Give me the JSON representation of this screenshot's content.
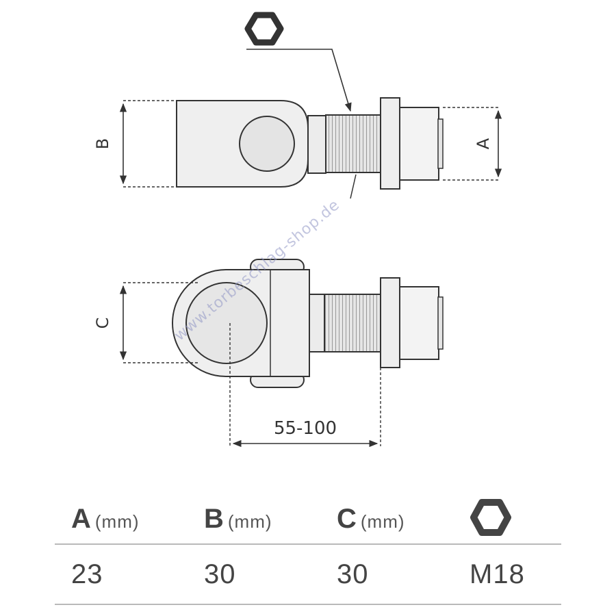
{
  "diagram": {
    "dim_a_label": "A",
    "dim_b_label": "B",
    "dim_c_label": "C",
    "span_label": "55-100",
    "watermark": "www.torbeschlag-shop.de",
    "nut_icon": "hexagon-nut-icon"
  },
  "table": {
    "headers": [
      {
        "letter": "A",
        "unit": "(mm)"
      },
      {
        "letter": "B",
        "unit": "(mm)"
      },
      {
        "letter": "C",
        "unit": "(mm)"
      }
    ],
    "header_icon": "hexagon-nut-icon",
    "values": [
      "23",
      "30",
      "30",
      "M18"
    ]
  }
}
